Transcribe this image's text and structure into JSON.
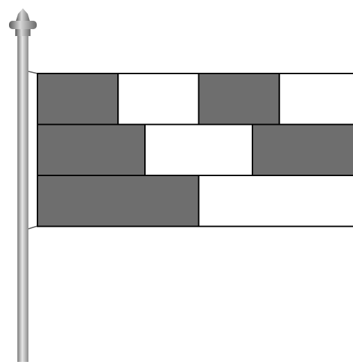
{
  "colors": {
    "background": "#ffffff",
    "shaded": "#6e6e6e",
    "unshaded": "#ffffff",
    "outline": "#000000",
    "pole_dark": "#7d7d7d",
    "pole_light": "#e6e6e6"
  },
  "flag": {
    "rows": [
      {
        "parts": 4,
        "shaded": [
          true,
          false,
          true,
          false
        ]
      },
      {
        "parts": 3,
        "shaded": [
          true,
          false,
          true
        ]
      },
      {
        "parts": 2,
        "shaded": [
          true,
          false
        ]
      }
    ]
  }
}
